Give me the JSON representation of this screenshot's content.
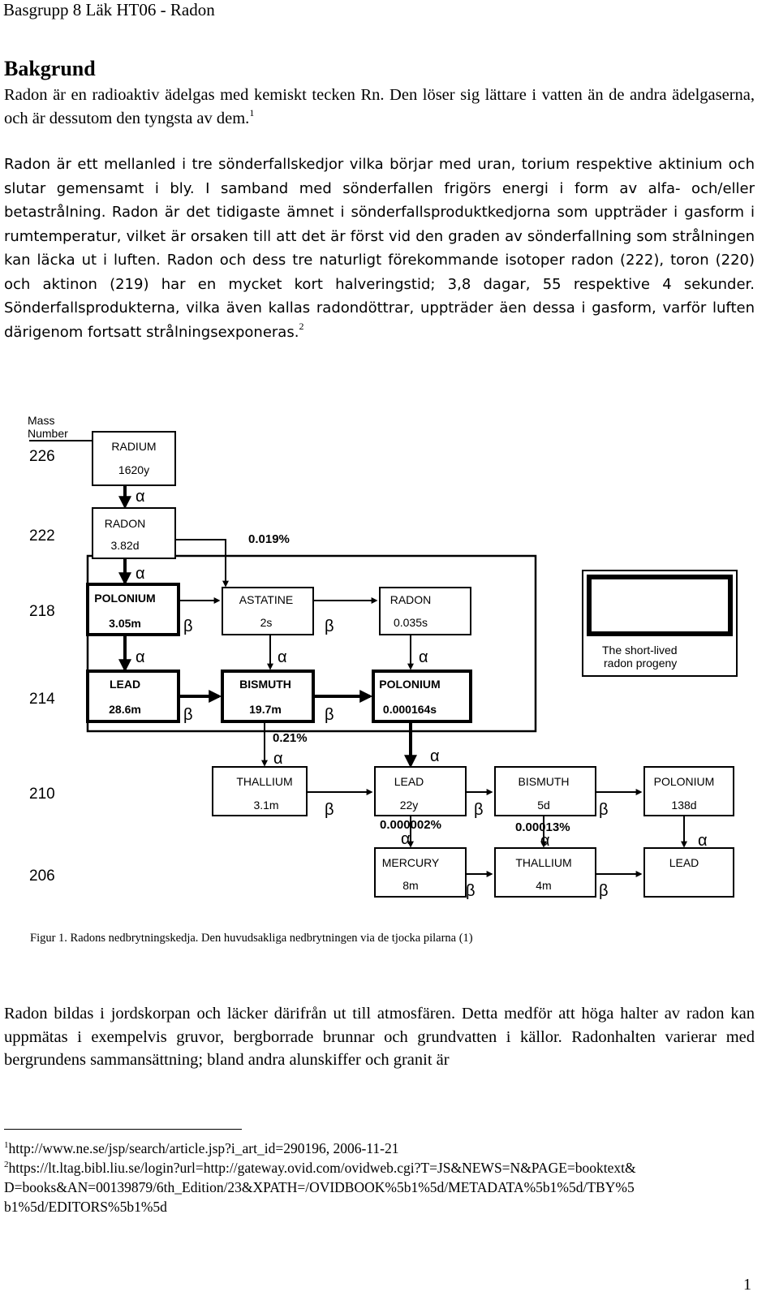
{
  "header": {
    "title": "Basgrupp 8 Läk HT06 - Radon"
  },
  "section": {
    "heading": "Bakgrund"
  },
  "paragraphs": {
    "p1": "Radon är en radioaktiv ädelgas med kemiskt tecken Rn. Den löser sig lättare i vatten än de andra ädelgaserna, och är dessutom den tyngsta av dem.",
    "p1_ref": "1",
    "p2a": "Radon är ett mellanled i tre sönderfallskedjor vilka börjar med uran, torium respektive aktinium och slutar gemensamt i bly. I samband med sönderfallen frigörs energi i form av alfa- och/eller betastrålning.",
    "p2b": "Radon är det tidigaste ämnet i sönderfallsproduktkedjorna som uppträder i gasform i rumtemperatur, vilket är orsaken till att det är först vid den graden av sönderfallning som strålningen kan läcka ut i luften. Radon och dess tre naturligt förekommande isotoper radon (222), toron (220) och aktinon (219) har en mycket kort halveringstid; 3,8 dagar, 55 respektive 4 sekunder. Sönderfallsprodukterna, vilka även kallas radondöttrar, uppträder äen dessa i gasform, varför luften därigenom fortsatt strålningsexponeras.",
    "p2_ref": "2",
    "p3": "Radon bildas i jordskorpan och läcker därifrån ut till atmosfären. Detta medför att höga halter av radon kan uppmätas i exempelvis gruvor, bergborrade brunnar och grundvatten i källor. Radonhalten varierar med bergrundens sammansättning; bland andra alunskiffer och granit är"
  },
  "figure": {
    "mass_label_1": "Mass",
    "mass_label_2": "Number",
    "mass_numbers": [
      "226",
      "222",
      "218",
      "214",
      "210",
      "206"
    ],
    "boxes": [
      {
        "name": "RADIUM",
        "half": "1620y",
        "bold": false
      },
      {
        "name": "RADON",
        "half": "3.82d",
        "bold": false
      },
      {
        "name": "POLONIUM",
        "half": "3.05m",
        "bold": true
      },
      {
        "name": "ASTATINE",
        "half": "2s",
        "bold": false
      },
      {
        "name": "RADON",
        "half": "0.035s",
        "bold": false
      },
      {
        "name": "LEAD",
        "half": "28.6m",
        "bold": true
      },
      {
        "name": "BISMUTH",
        "half": "19.7m",
        "bold": true
      },
      {
        "name": "POLONIUM",
        "half": "0.000164s",
        "bold": true
      },
      {
        "name": "THALLIUM",
        "half": "3.1m",
        "bold": false
      },
      {
        "name": "LEAD",
        "half": "22y",
        "bold": false
      },
      {
        "name": "BISMUTH",
        "half": "5d",
        "bold": false
      },
      {
        "name": "POLONIUM",
        "half": "138d",
        "bold": false
      },
      {
        "name": "MERCURY",
        "half": "8m",
        "bold": false
      },
      {
        "name": "THALLIUM",
        "half": "4m",
        "bold": false
      },
      {
        "name": "LEAD",
        "half": "",
        "bold": false
      }
    ],
    "alpha": "α",
    "beta": "β",
    "branch_pcts": [
      "0.019%",
      "0.21%",
      "0.000002%",
      "0.00013%"
    ],
    "legend_line1": "The short-lived",
    "legend_line2": "radon progeny",
    "caption": "Figur 1. Radons nedbrytningskedja. Den huvudsakliga nedbrytningen via de tjocka pilarna (1)"
  },
  "footnotes": {
    "n1": "1",
    "f1": "http://www.ne.se/jsp/search/article.jsp?i_art_id=290196, 2006-11-21",
    "n2": "2",
    "f2a": "https://lt.ltag.bibl.liu.se/login?url=http://gateway.ovid.com/ovidweb.cgi?T=JS&NEWS=N&PAGE=booktext&",
    "f2b": "D=books&AN=00139879/6th_Edition/23&XPATH=/OVIDBOOK%5b1%5d/METADATA%5b1%5d/TBY%5",
    "f2c": "b1%5d/EDITORS%5b1%5d"
  },
  "page": {
    "number": "1"
  }
}
